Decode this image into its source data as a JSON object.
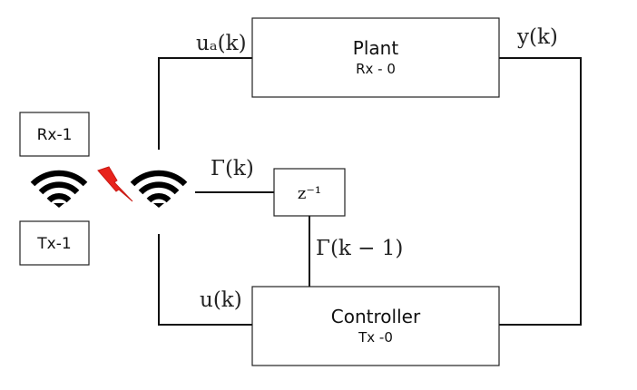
{
  "plant": {
    "title": "Plant",
    "subtitle": "Rx - 0"
  },
  "controller": {
    "title": "Controller",
    "subtitle": "Tx -0"
  },
  "delay": {
    "label": "z⁻¹"
  },
  "node1": {
    "rx": "Rx-1",
    "tx": "Tx-1"
  },
  "signals": {
    "ua": "uₐ(k)",
    "y": "y(k)",
    "gamma": "Γ(k)",
    "gamma_prev": "Γ(k − 1)",
    "u": "u(k)"
  },
  "icons": {
    "wifi_left": "wifi-icon",
    "wifi_right": "wifi-icon",
    "interference": "lightning-icon"
  },
  "colors": {
    "lightning": "#e8231c",
    "wifi": "#000000"
  }
}
